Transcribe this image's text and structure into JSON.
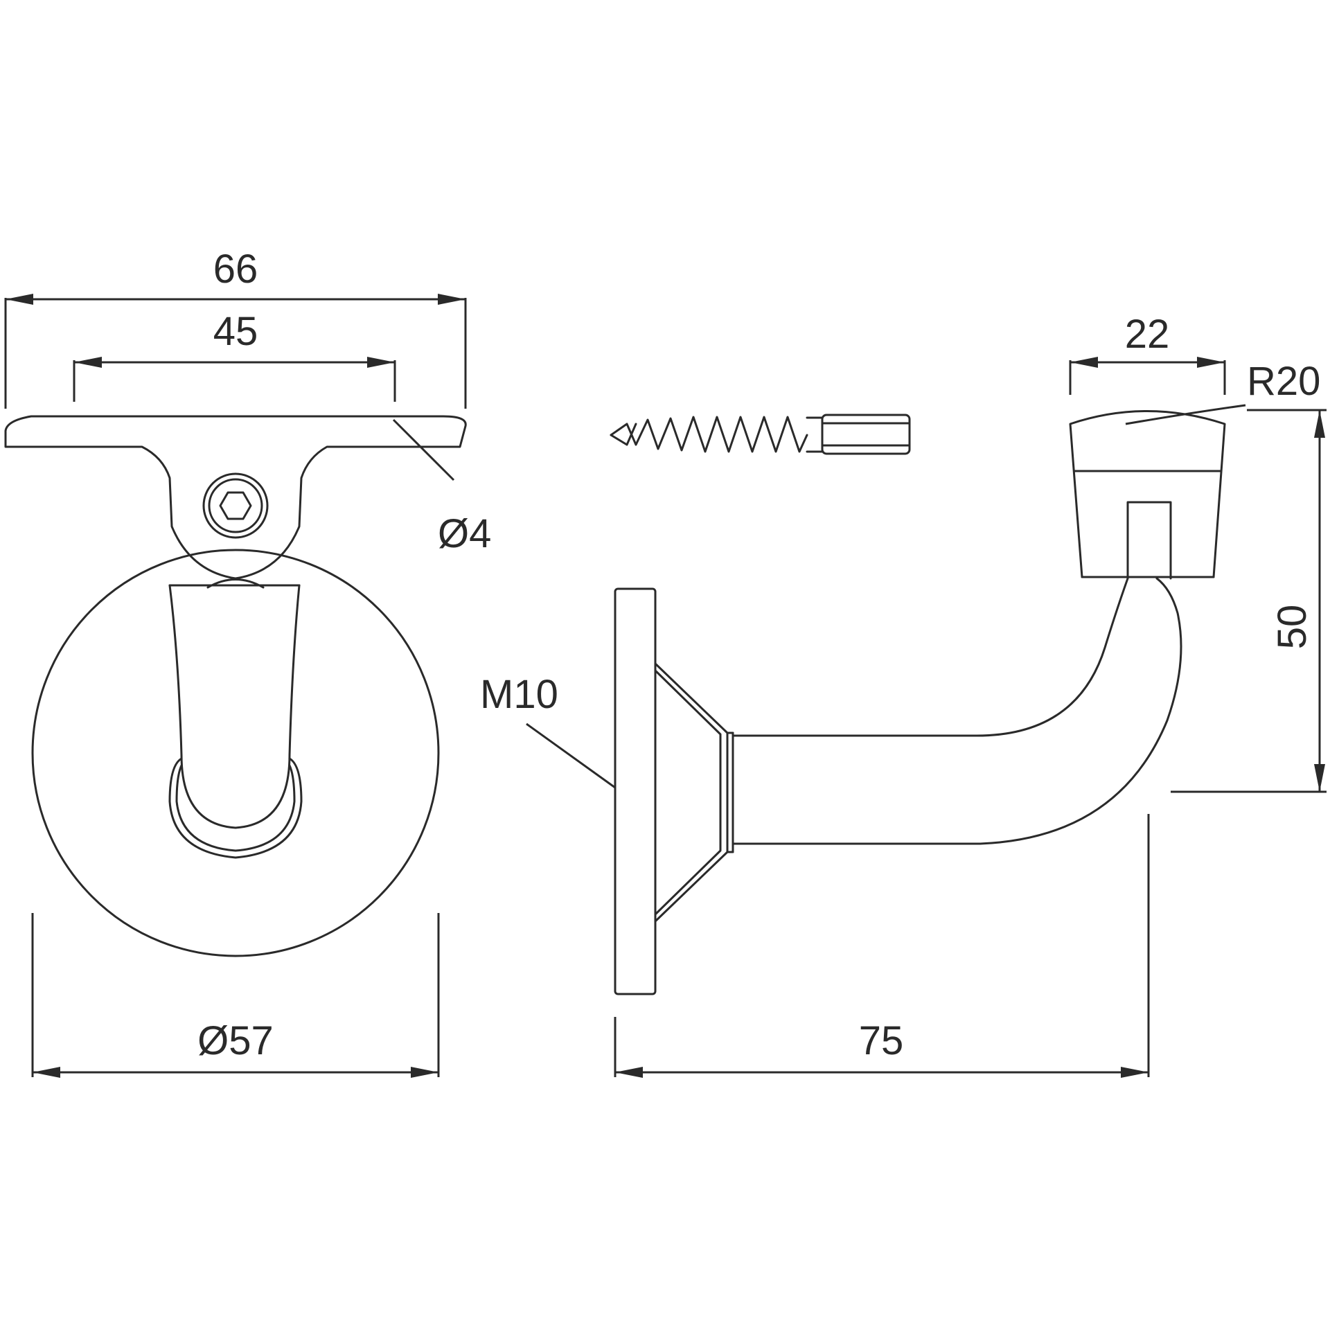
{
  "colors": {
    "line": "#2a2a2a",
    "background": "#ffffff"
  },
  "dimensions": {
    "plate_width": "66",
    "hole_spacing": "45",
    "hole_diameter": "Ø4",
    "base_diameter": "Ø57",
    "thread": "M10",
    "projection": "75",
    "saddle_width": "22",
    "saddle_radius": "R20",
    "height": "50"
  }
}
